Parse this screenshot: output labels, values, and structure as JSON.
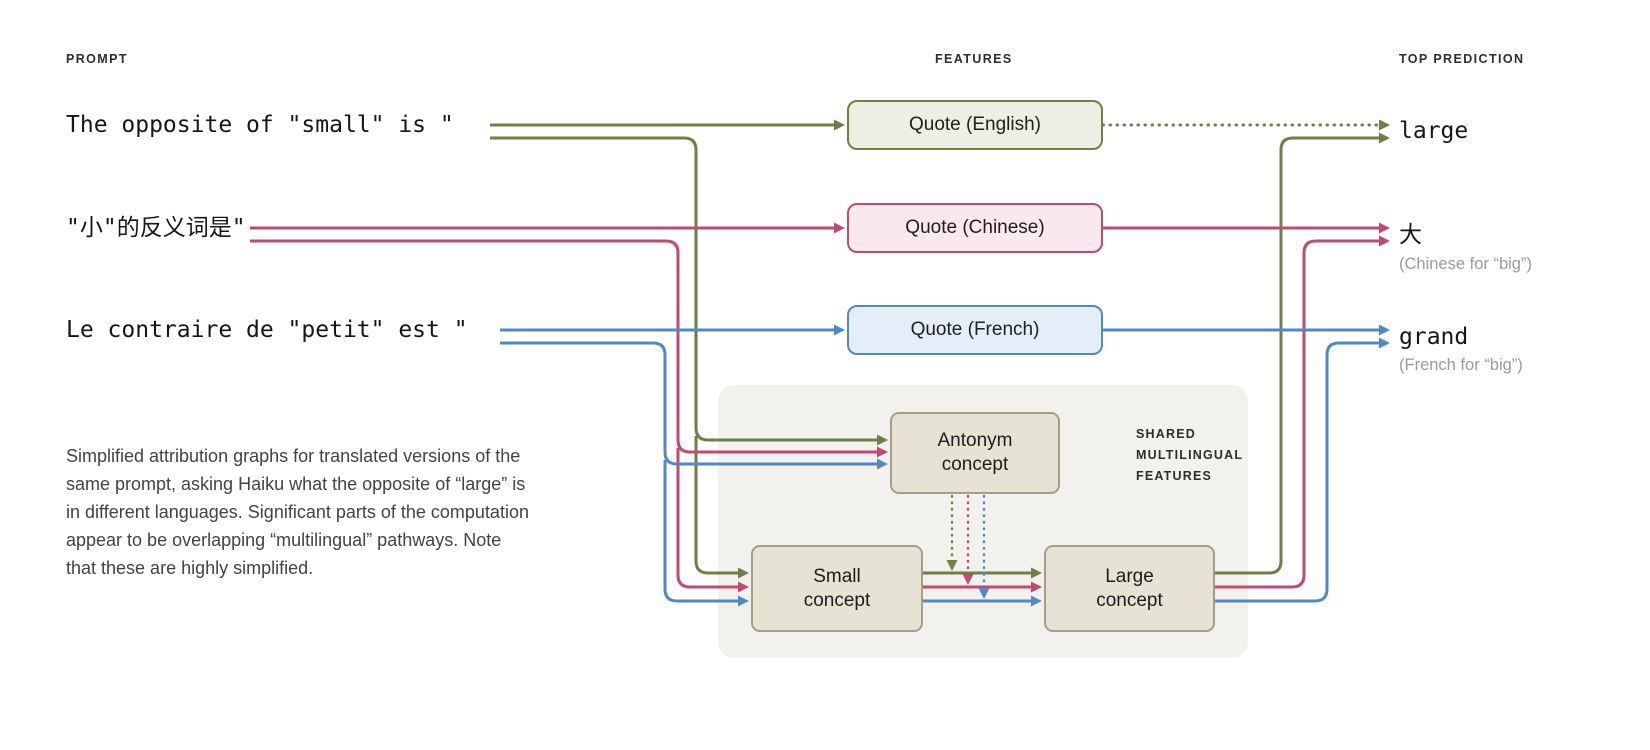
{
  "colors": {
    "english": "#6f7f45",
    "english_fill": "#edefe3",
    "chinese": "#c14a74",
    "chinese_fill": "#fae8ef",
    "french": "#5089c8",
    "french_fill": "#e4eef9",
    "concept_border": "#a39e86",
    "concept_fill": "#e7e3d4",
    "region_fill": "#f2f1ed",
    "note_gray": "#9b9b9b"
  },
  "headers": {
    "prompt": "PROMPT",
    "features": "FEATURES",
    "top_prediction": "TOP PREDICTION"
  },
  "prompts": [
    {
      "language": "English",
      "text": "The opposite of \"small\" is \""
    },
    {
      "language": "Chinese",
      "text": "\"小\"的反义词是\""
    },
    {
      "language": "French",
      "text": "Le contraire de \"petit\" est \""
    }
  ],
  "features": [
    {
      "label": "Quote (English)"
    },
    {
      "label": "Quote (Chinese)"
    },
    {
      "label": "Quote (French)"
    }
  ],
  "shared": {
    "title_lines": [
      "SHARED",
      "MULTILINGUAL",
      "FEATURES"
    ],
    "concepts": [
      {
        "label": "Antonym\nconcept"
      },
      {
        "label": "Small\nconcept"
      },
      {
        "label": "Large\nconcept"
      }
    ]
  },
  "predictions": [
    {
      "word": "large",
      "note": ""
    },
    {
      "word": "大",
      "note": "(Chinese for “big”)"
    },
    {
      "word": "grand",
      "note": "(French for “big”)"
    }
  ],
  "caption": "Simplified attribution graphs for translated versions of the same prompt, asking Haiku what the opposite of “large” is in different languages. Significant parts of the computation appear to be overlapping “multilingual” pathways. Note that these are highly simplified."
}
